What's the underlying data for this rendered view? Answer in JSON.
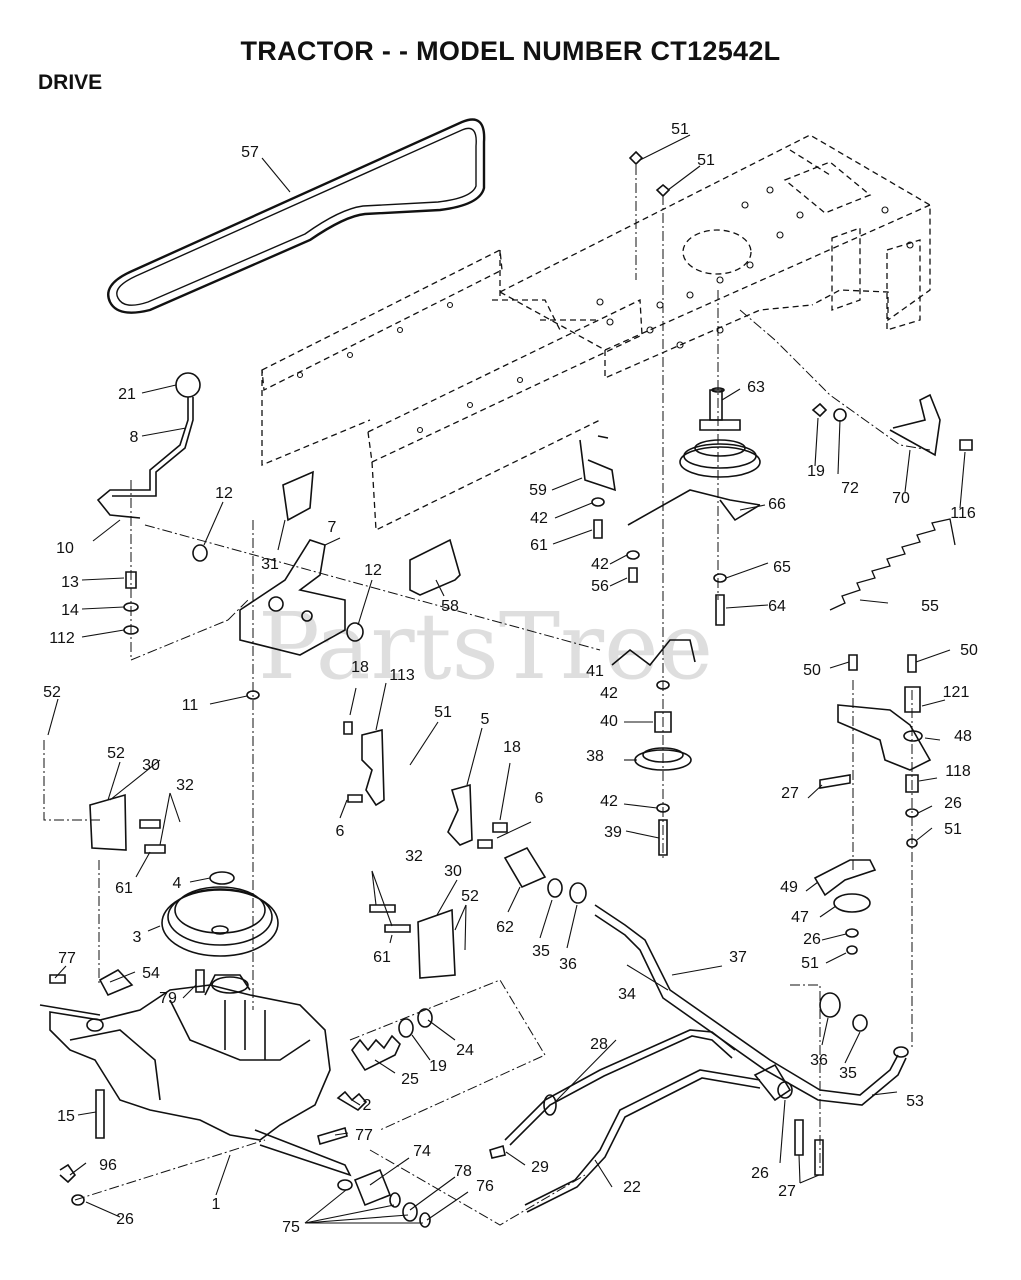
{
  "title": "TRACTOR - - MODEL NUMBER CT12542L",
  "section": "DRIVE",
  "watermark": "PartsTree",
  "part_labels": [
    "57",
    "51",
    "51",
    "63",
    "21",
    "8",
    "19",
    "72",
    "70",
    "116",
    "59",
    "10",
    "12",
    "31",
    "7",
    "42",
    "66",
    "61",
    "42",
    "56",
    "65",
    "13",
    "12",
    "58",
    "55",
    "64",
    "14",
    "112",
    "41",
    "50",
    "50",
    "52",
    "18",
    "113",
    "42",
    "121",
    "11",
    "51",
    "5",
    "40",
    "48",
    "52",
    "30",
    "32",
    "18",
    "38",
    "6",
    "6",
    "27",
    "118",
    "42",
    "26",
    "51",
    "61",
    "39",
    "4",
    "32",
    "30",
    "52",
    "49",
    "3",
    "62",
    "35",
    "36",
    "47",
    "26",
    "77",
    "54",
    "61",
    "37",
    "51",
    "79",
    "34",
    "24",
    "28",
    "19",
    "36",
    "35",
    "25",
    "53",
    "15",
    "2",
    "77",
    "29",
    "26",
    "22",
    "74",
    "96",
    "1",
    "27",
    "78",
    "76",
    "26",
    "75"
  ]
}
